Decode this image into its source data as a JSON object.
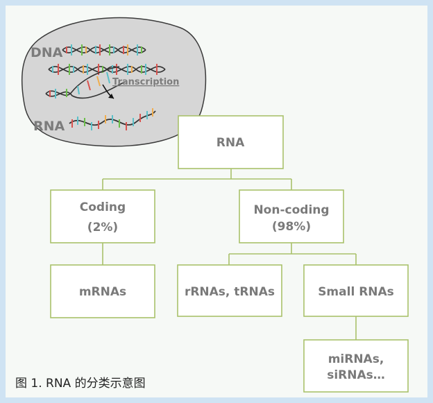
{
  "illustration": {
    "dna_label": "DNA",
    "rna_label": "RNA",
    "transcription_label": "Transcription"
  },
  "tree": {
    "root": "RNA",
    "coding": {
      "line1": "Coding",
      "line2": "(2%)"
    },
    "noncoding": {
      "line1": "Non-coding",
      "line2": "(98%)"
    },
    "mrnas": "mRNAs",
    "rrnas_trnas": "rRNAs, tRNAs",
    "small_rnas": "Small RNAs",
    "mirnas": {
      "line1": "miRNAs,",
      "line2": "siRNAs…"
    }
  },
  "caption": "图 1. RNA 的分类示意图",
  "colors": {
    "border": "#cfe3f3",
    "box_stroke": "#a9c16a",
    "text": "#7a7a7a",
    "nucleus": "#d6d6d6"
  }
}
